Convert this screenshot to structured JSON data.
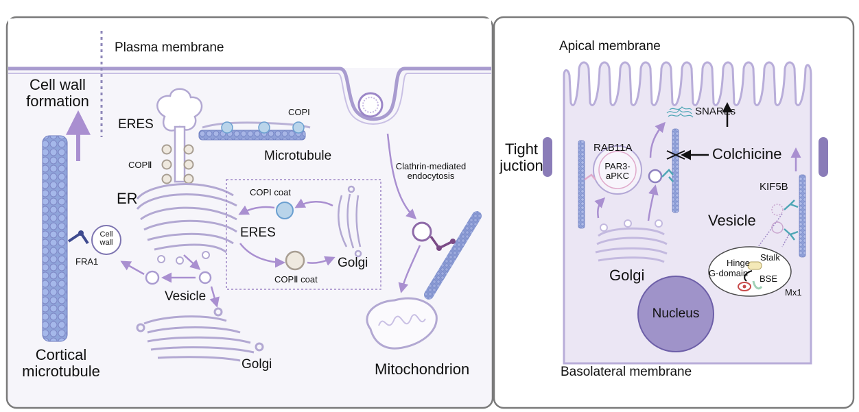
{
  "left_panel": {
    "plasma_membrane": "Plasma membrane",
    "cell_wall_formation": [
      "Cell wall",
      "formation"
    ],
    "eres_top": "ERES",
    "copi_top": "COPI",
    "microtubule": "Microtubule",
    "copii_left": "COPⅡ",
    "er": "ER",
    "clathrin": [
      "Clathrin-mediated",
      "endocytosis"
    ],
    "copi_coat": "COPI coat",
    "eres_inner": "ERES",
    "golgi_inner": "Golgi",
    "copii_coat": "COPⅡ coat",
    "cell_wall": [
      "Cell",
      "wall"
    ],
    "fra1": "FRA1",
    "vesicle": "Vesicle",
    "cortical_microtubule": [
      "Cortical",
      "microtubule"
    ],
    "golgi_bottom": "Golgi",
    "mitochondrion": "Mitochondrion"
  },
  "right_panel": {
    "apical_membrane": "Apical membrane",
    "snares": "SNAREs",
    "tight_junction": [
      "Tight",
      "juction"
    ],
    "rab11a": "RAB11A",
    "par3": [
      "PAR3-",
      "aPKC"
    ],
    "colchicine": "Colchicine",
    "kif5b": "KIF5B",
    "vesicle": "Vesicle",
    "hinge": "Hinge",
    "stalk": "Stalk",
    "g_domain": "G-domain",
    "bse": "BSE",
    "mx1": "Mx1",
    "golgi": "Golgi",
    "nucleus": "Nucleus",
    "basolateral_membrane": "Basolateral membrane"
  },
  "colors": {
    "membrane": "#a89bcf",
    "light_lilac": "#ebe6f4",
    "arrow": "#a98fd0",
    "microtubule": "#8fa0d8",
    "nucleus": "#9f93c9",
    "panel_border": "#7a7a7a"
  }
}
